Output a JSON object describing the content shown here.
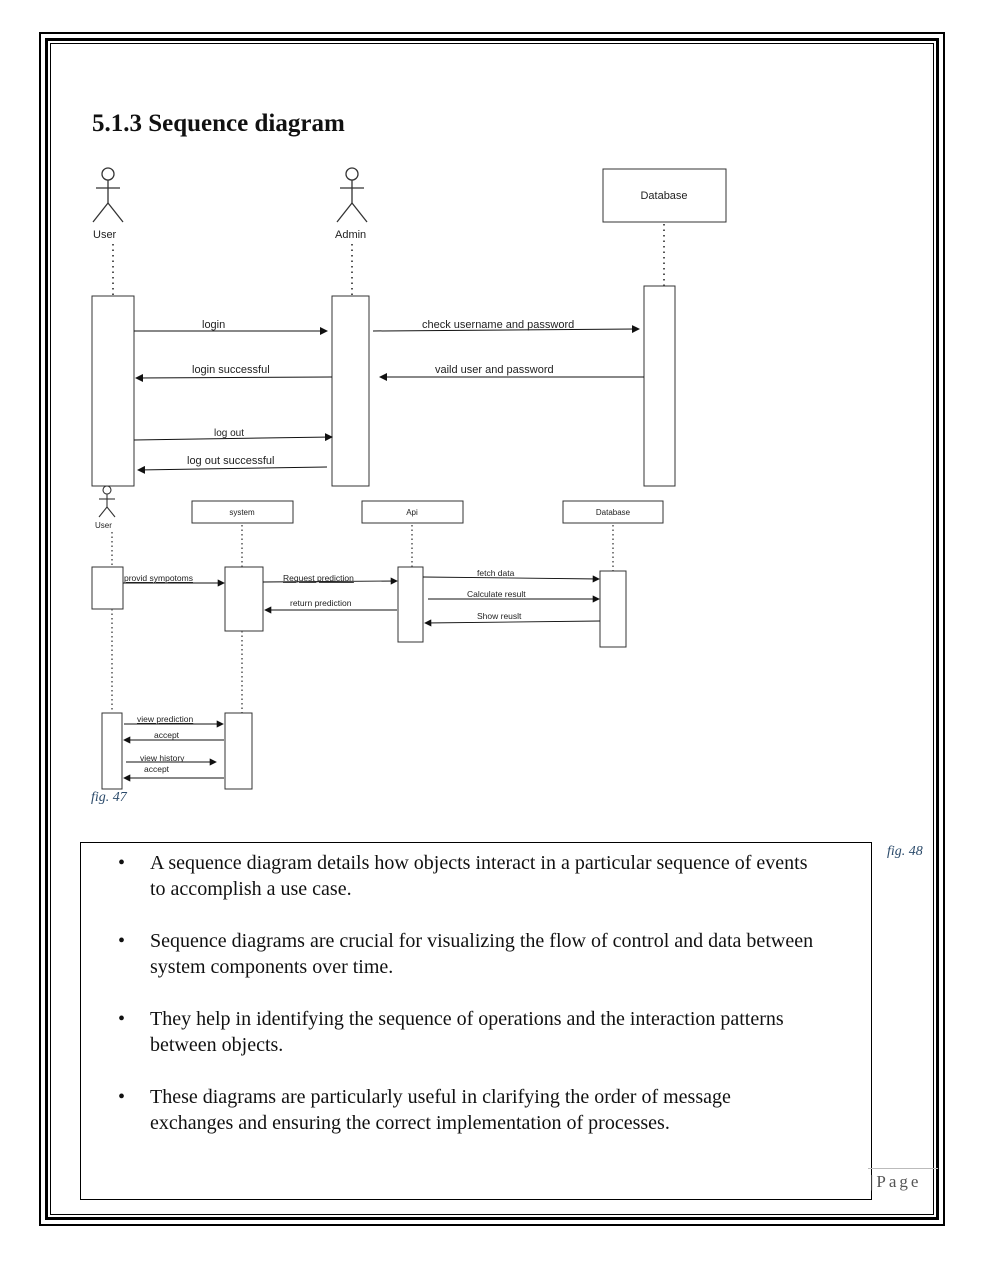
{
  "heading": "5.1.3 Sequence diagram",
  "diagram1": {
    "actors": [
      "User",
      "Admin"
    ],
    "database": "Database",
    "messages": [
      "login",
      "check username and password",
      "login successful",
      "vaild user and password",
      "log out",
      "log out successful"
    ]
  },
  "diagram2": {
    "actor": "User",
    "objects": [
      "system",
      "Api",
      "Database"
    ],
    "messages": [
      "provid sympotoms",
      "Request prediction",
      "return prediction",
      "fetch data",
      "Calculate result",
      "Show reuslt",
      "view prediction",
      "accept",
      "view history",
      "accept"
    ]
  },
  "captions": {
    "fig47": "fig. 47",
    "fig48": "fig. 48"
  },
  "bullets": [
    "A sequence diagram details how objects interact in a particular sequence of events to accomplish a use case.",
    "Sequence diagrams are crucial for visualizing the flow of control and data between system components over time.",
    "They help in identifying the sequence of operations and the interaction patterns between objects.",
    "These diagrams are particularly useful in clarifying the order of message exchanges and ensuring the correct implementation of processes."
  ],
  "bullet_symbol": "•",
  "page_label": "|Page"
}
